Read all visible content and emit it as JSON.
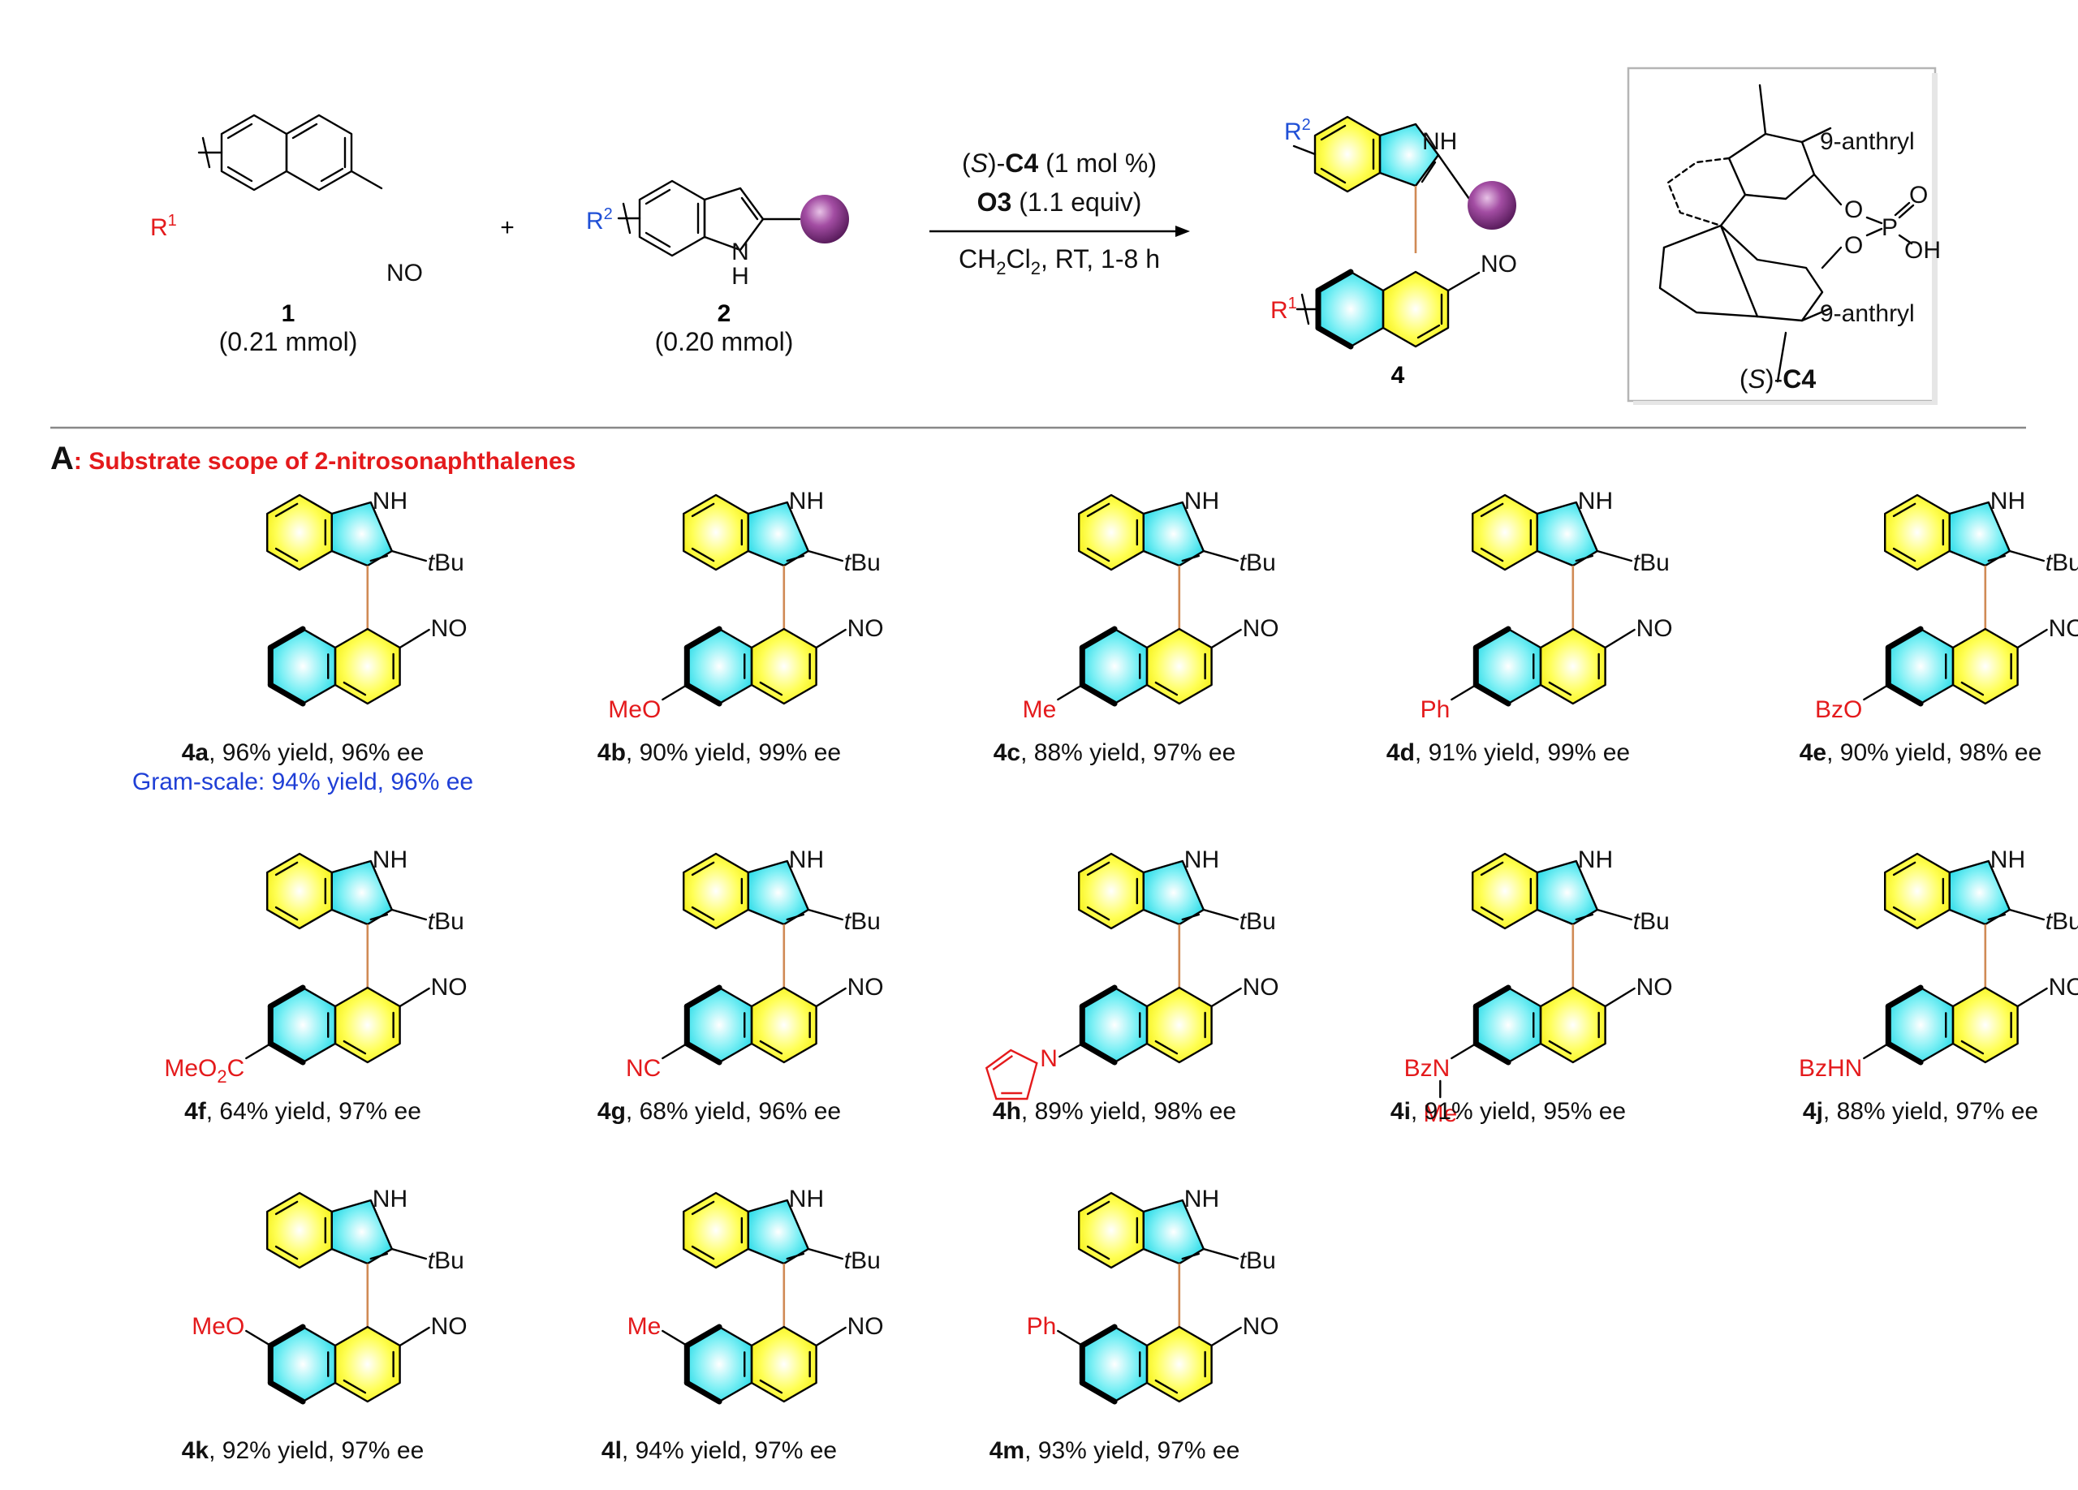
{
  "colors": {
    "r1": "#e41a1c",
    "r2": "#1f4fd6",
    "yellow": "#ffff33",
    "cyan": "#44e5ee",
    "ball": "#8d3a8e",
    "scope_title": "#e41a1c",
    "gram": "#1f3fd6",
    "substituent": "#e41a1c"
  },
  "reaction": {
    "reactant1": {
      "r_label": "R",
      "r_sup": "1",
      "group": "NO",
      "number": "1",
      "amount": "(0.21 mmol)"
    },
    "plus": "+",
    "reactant2": {
      "r_label": "R",
      "r_sup": "2",
      "nh": "H",
      "n": "N",
      "number": "2",
      "amount": "(0.20 mmol)"
    },
    "conditions": {
      "catalyst_open": "(",
      "catalyst_s": "S",
      "catalyst_close": ")-",
      "catalyst_name": "C4",
      "catalyst_loading": " (1 mol %)",
      "oxidant_name": "O3",
      "oxidant_equiv": " (1.1 equiv)",
      "solvent_pre": "CH",
      "solvent_sub1": "2",
      "solvent_mid": "Cl",
      "solvent_sub2": "2",
      "solvent_post": ", RT, 1-8 h"
    },
    "product": {
      "r2_label": "R",
      "r2_sup": "2",
      "nh": "NH",
      "no": "NO",
      "r1_label": "R",
      "r1_sup": "1",
      "number": "4"
    },
    "catalyst_box": {
      "aryl_top": "9-anthryl",
      "aryl_bottom": "9-anthryl",
      "o_top": "O",
      "o_bottom": "O",
      "p": "P",
      "o_double": "O",
      "oh": "OH",
      "caption_open": "(",
      "caption_s": "S",
      "caption_close": ")-",
      "caption_name": "C4"
    }
  },
  "section": {
    "letter": "A",
    "title": ": Substrate scope of 2-nitrosonaphthalenes"
  },
  "common": {
    "nh": "NH",
    "t": "t",
    "bu": "Bu",
    "no": "NO"
  },
  "compounds": [
    {
      "id": "4a",
      "result": ", 96% yield, 96% ee",
      "substituent": "",
      "pos": "none",
      "note": "Gram-scale: 94% yield, 96% ee"
    },
    {
      "id": "4b",
      "result": ", 90% yield, 99% ee",
      "substituent": "MeO",
      "pos": "6"
    },
    {
      "id": "4c",
      "result": ", 88% yield, 97% ee",
      "substituent": "Me",
      "pos": "6"
    },
    {
      "id": "4d",
      "result": ", 91% yield, 99% ee",
      "substituent": "Ph",
      "pos": "6"
    },
    {
      "id": "4e",
      "result": ", 90% yield, 98% ee",
      "substituent": "BzO",
      "pos": "6"
    },
    {
      "id": "4f",
      "result": ", 64% yield, 97% ee",
      "substituent": "MeO",
      "sub_extra": "2",
      "sub_tail": "C",
      "pos": "6"
    },
    {
      "id": "4g",
      "result": ", 68% yield, 96% ee",
      "substituent": "NC",
      "pos": "6"
    },
    {
      "id": "4h",
      "result": ", 89% yield, 98% ee",
      "substituent": "N",
      "pos": "pyrrole"
    },
    {
      "id": "4i",
      "result": ", 91% yield, 95% ee",
      "substituent": "BzN",
      "sub_second": "Me",
      "pos": "6"
    },
    {
      "id": "4j",
      "result": ", 88% yield, 97% ee",
      "substituent": "BzHN",
      "pos": "6"
    },
    {
      "id": "4k",
      "result": ", 92% yield, 97% ee",
      "substituent": "MeO",
      "pos": "7"
    },
    {
      "id": "4l",
      "result": ", 94% yield, 97% ee",
      "substituent": "Me",
      "pos": "7"
    },
    {
      "id": "4m",
      "result": ", 93% yield, 97% ee",
      "substituent": "Ph",
      "pos": "7"
    }
  ]
}
